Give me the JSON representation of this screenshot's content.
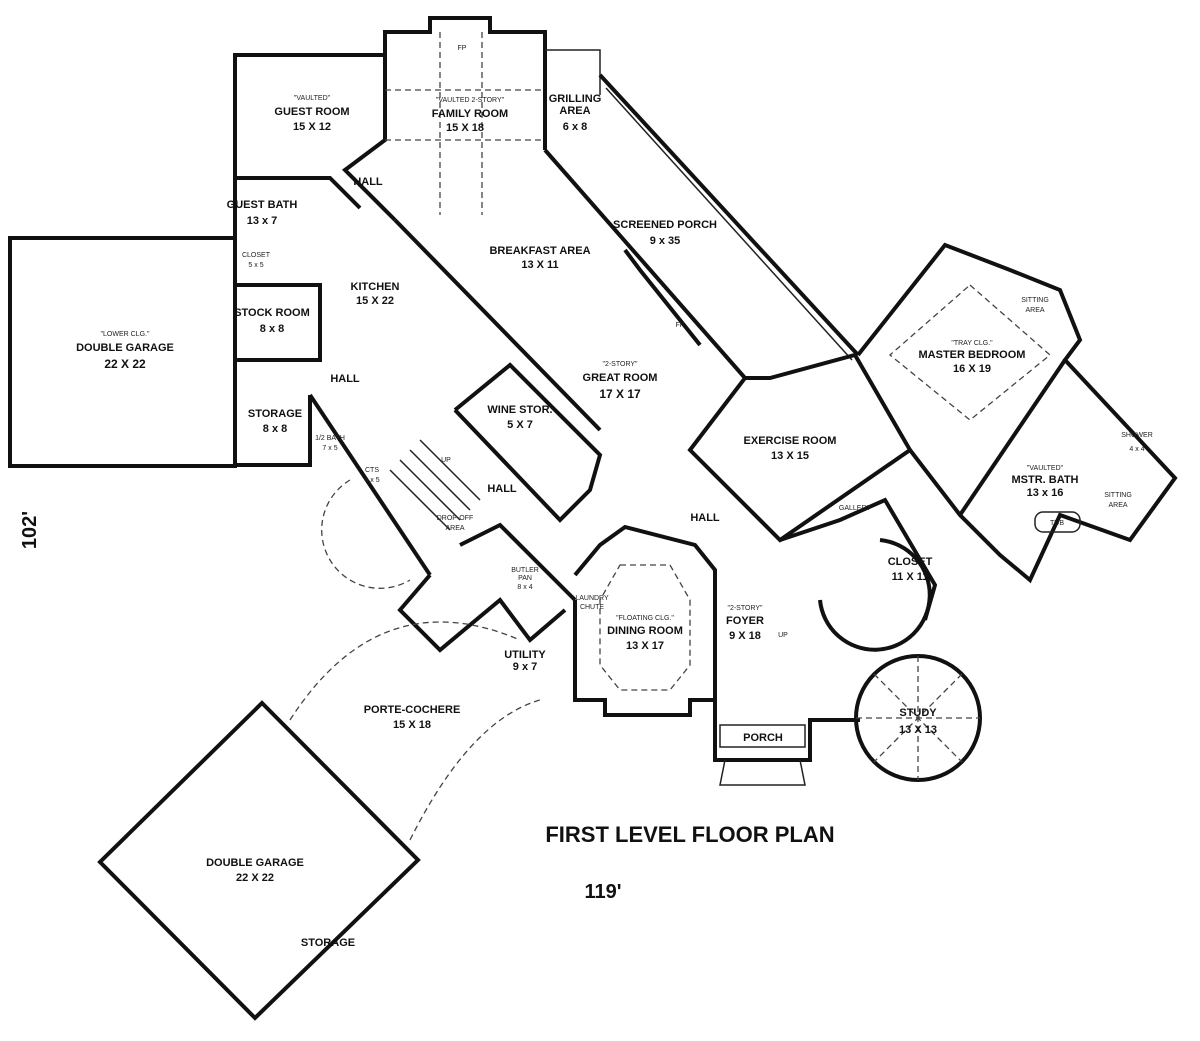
{
  "title": "FIRST LEVEL FLOOR PLAN",
  "overall_width": "119'",
  "overall_depth": "102'",
  "rooms": {
    "guest_room": {
      "note": "\"VAULTED\"",
      "name": "GUEST ROOM",
      "size": "15 X 12"
    },
    "family_room": {
      "note": "\"VAULTED 2-STORY\"",
      "name": "FAMILY ROOM",
      "size": "15 X 18",
      "fireplace": "FP"
    },
    "grilling_area": {
      "name": "GRILLING",
      "name2": "AREA",
      "size": "6 x 8"
    },
    "hall_upper": {
      "name": "HALL"
    },
    "guest_bath": {
      "name": "GUEST BATH",
      "size": "13 x 7"
    },
    "closet_small": {
      "name": "CLOSET",
      "size": "5 x 5"
    },
    "kitchen": {
      "name": "KITCHEN",
      "size": "15 X 22"
    },
    "breakfast_area": {
      "name": "BREAKFAST AREA",
      "size": "13 X 11"
    },
    "screened_porch": {
      "name": "SCREENED PORCH",
      "size": "9 x 35"
    },
    "stock_room": {
      "name": "STOCK ROOM",
      "size": "8 x 8"
    },
    "garage_upper": {
      "note": "\"LOWER CLG.\"",
      "name": "DOUBLE GARAGE",
      "size": "22 X 22"
    },
    "hall_left": {
      "name": "HALL"
    },
    "storage": {
      "name": "STORAGE",
      "size": "8 x 8"
    },
    "half_bath": {
      "name": "1/2 BATH",
      "size": "7 x 5"
    },
    "cts": {
      "name": "CTS",
      "size": "4 x 5"
    },
    "wine_storage": {
      "name": "WINE STOR.",
      "size": "5 X 7"
    },
    "great_room": {
      "note": "\"2-STORY\"",
      "name": "GREAT ROOM",
      "size": "17 X 17",
      "fireplace": "FP"
    },
    "exercise_room": {
      "name": "EXERCISE ROOM",
      "size": "13 X 15"
    },
    "master_bedroom": {
      "note": "\"TRAY CLG.\"",
      "name": "MASTER BEDROOM",
      "size": "16 X 19"
    },
    "sitting_area_bed": {
      "name": "SITTING",
      "name2": "AREA"
    },
    "master_bath": {
      "note": "\"VAULTED\"",
      "name": "MSTR. BATH",
      "size": "13 x 16"
    },
    "sitting_area_bath": {
      "name": "SITTING",
      "name2": "AREA"
    },
    "shower": {
      "name": "SHOWER",
      "size": "4 x 4"
    },
    "tub": {
      "name": "TUB"
    },
    "gallery": {
      "name": "GALLERY"
    },
    "hall_center": {
      "name": "HALL"
    },
    "hall_main": {
      "name": "HALL"
    },
    "drop_off": {
      "name": "DROP-OFF",
      "name2": "AREA"
    },
    "butler_pantry": {
      "name": "BUTLER",
      "name2": "PAN",
      "size": "8 x 4"
    },
    "laundry_chute": {
      "name": "LAUNDRY",
      "name2": "CHUTE"
    },
    "dining_room": {
      "note": "\"FLOATING CLG.\"",
      "name": "DINING ROOM",
      "size": "13 X 17"
    },
    "foyer": {
      "note": "\"2-STORY\"",
      "name": "FOYER",
      "size": "9 X 18",
      "stair": "UP"
    },
    "closet_large": {
      "name": "CLOSET",
      "size": "11 X 11"
    },
    "utility": {
      "name": "UTILITY",
      "size": "9 x 7"
    },
    "porte_cochere": {
      "name": "PORTE-COCHERE",
      "size": "15 X 18"
    },
    "porch": {
      "name": "PORCH"
    },
    "study": {
      "name": "STUDY",
      "size": "13 X 13"
    },
    "garage_lower": {
      "name": "DOUBLE GARAGE",
      "size": "22 X 22",
      "storage": "STORAGE"
    },
    "stair_up": {
      "name": "UP"
    }
  }
}
